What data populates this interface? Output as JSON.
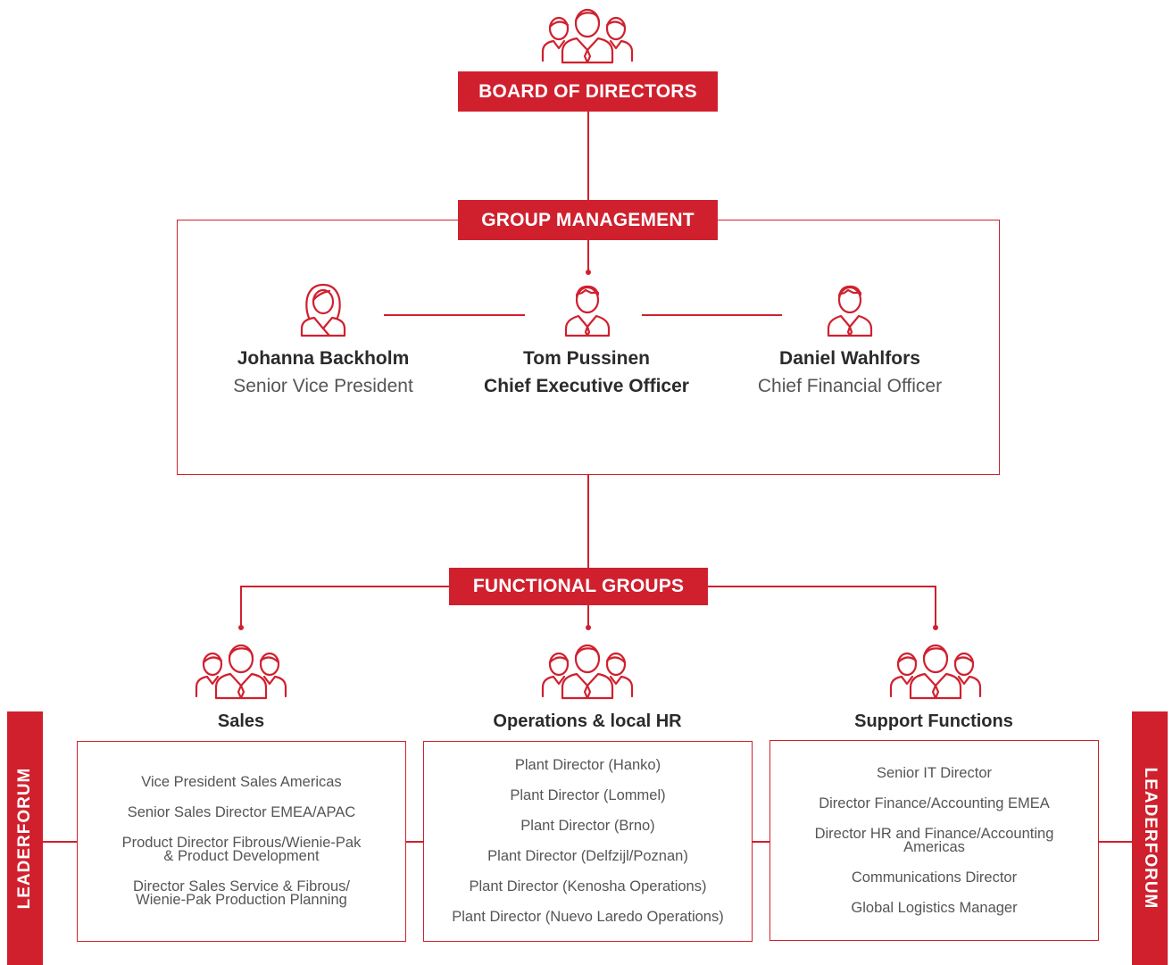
{
  "board": {
    "label": "BOARD OF DIRECTORS"
  },
  "group_management": {
    "label": "GROUP MANAGEMENT",
    "people": [
      {
        "name": "Johanna Backholm",
        "title": "Senior Vice President",
        "icon": "female-person-icon"
      },
      {
        "name": "Tom Pussinen",
        "title": "Chief Executive Officer",
        "icon": "male-person-icon"
      },
      {
        "name": "Daniel Wahlfors",
        "title": "Chief Financial Officer",
        "icon": "male-person-icon"
      }
    ]
  },
  "functional_groups": {
    "label": "FUNCTIONAL GROUPS",
    "groups": [
      {
        "title": "Sales",
        "icon": "team-icon",
        "items": [
          "Vice President Sales Americas",
          "Senior Sales Director EMEA/APAC",
          "Product Director Fibrous/Wienie-Pak\n& Product Development",
          "Director Sales Service & Fibrous/\nWienie-Pak Production Planning"
        ]
      },
      {
        "title": "Operations & local HR",
        "icon": "team-icon",
        "items": [
          "Plant Director (Hanko)",
          "Plant Director (Lommel)",
          "Plant Director (Brno)",
          "Plant Director (Delfzijl/Poznan)",
          "Plant Director (Kenosha Operations)",
          "Plant Director (Nuevo Laredo Operations)"
        ]
      },
      {
        "title": "Support Functions",
        "icon": "team-icon",
        "items": [
          "Senior IT Director",
          "Director Finance/Accounting EMEA",
          "Director HR and Finance/Accounting\nAmericas",
          "Communications Director",
          "Global Logistics Manager"
        ]
      }
    ]
  },
  "leaderforum": {
    "left_label": "LEADERFORUM",
    "right_label": "LEADERFORUM"
  },
  "colors": {
    "accent": "#d0202e",
    "text_dark": "#2b2b2b",
    "text_muted": "#555555"
  }
}
